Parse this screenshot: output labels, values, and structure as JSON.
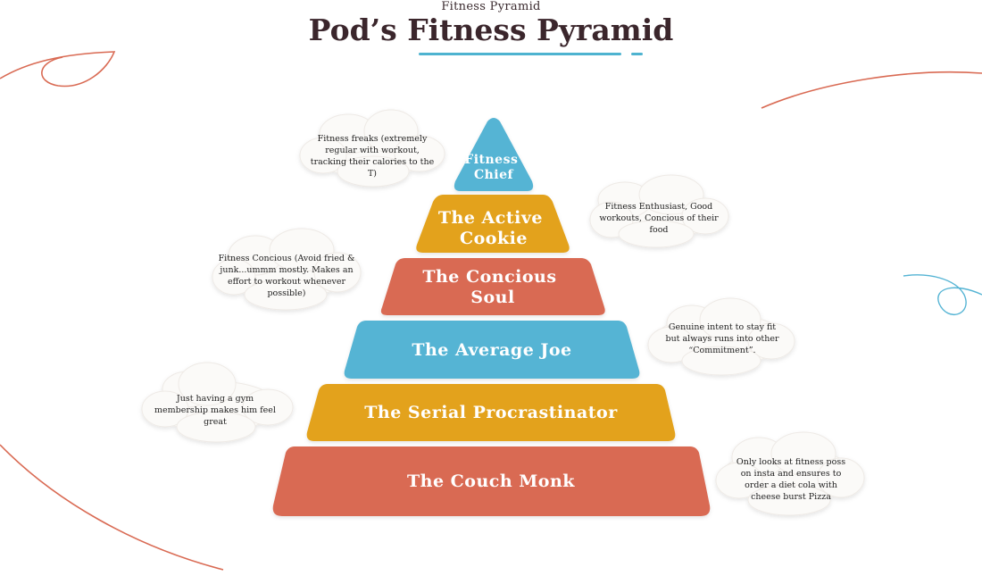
{
  "header": {
    "top_label": "Fitness Pyramid",
    "title": "Pod’s Fitness Pyramid"
  },
  "pyramid": {
    "tiers": [
      {
        "id": "fitness-chief",
        "lines": [
          "Fitness",
          "Chief"
        ],
        "color": "#55b4d4"
      },
      {
        "id": "active-cookie",
        "lines": [
          "The Active",
          "Cookie"
        ],
        "color": "#e3a21a"
      },
      {
        "id": "concious-soul",
        "lines": [
          "The Concious",
          "Soul"
        ],
        "color": "#d96a53"
      },
      {
        "id": "average-joe",
        "lines": [
          "The Average Joe"
        ],
        "color": "#55b4d4"
      },
      {
        "id": "serial-procrastinator",
        "lines": [
          "The Serial Procrastinator"
        ],
        "color": "#e3a21a"
      },
      {
        "id": "couch-monk",
        "lines": [
          "The Couch Monk"
        ],
        "color": "#d96a53"
      }
    ]
  },
  "notes": [
    {
      "id": "fitness-chief",
      "text": "Fitness freaks (extremely regular with workout, tracking their calories to the T)"
    },
    {
      "id": "active-cookie",
      "text": "Fitness Enthusiast, Good workouts, Concious of their food"
    },
    {
      "id": "concious-soul",
      "text": "Fitness Concious (Avoid fried & junk...ummm mostly. Makes an effort to workout whenever possible)"
    },
    {
      "id": "average-joe",
      "text": "Genuine intent to stay fit but always runs into other “Commitment”."
    },
    {
      "id": "serial-procrastinator",
      "text": "Just having a gym membership makes him feel great"
    },
    {
      "id": "couch-monk",
      "text": "Only looks at fitness poss on insta and ensures to order a diet cola with cheese burst Pizza"
    }
  ],
  "colors": {
    "blue": "#55b4d4",
    "gold": "#e3a21a",
    "coral": "#d96a53",
    "title": "#3b262c"
  }
}
